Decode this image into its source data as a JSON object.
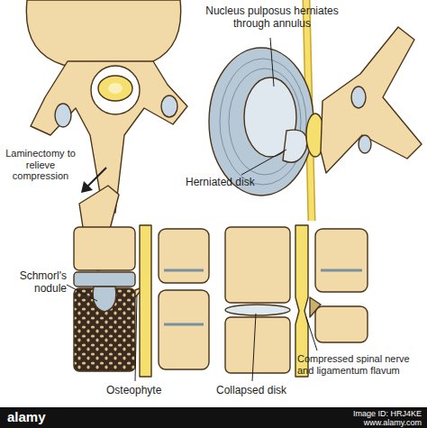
{
  "diagram": {
    "labels": [
      "Nucleus pulposus herniates through annulus",
      "Laminectomy to relieve compression",
      "Herniated disk",
      "Schmorl's nodule",
      "Osteophyte",
      "Collapsed disk",
      "Compressed spinal nerve and ligamentum flavum",
      "alamy",
      "Image ID: HRJ4KE",
      "www.alamy.com"
    ]
  }
}
